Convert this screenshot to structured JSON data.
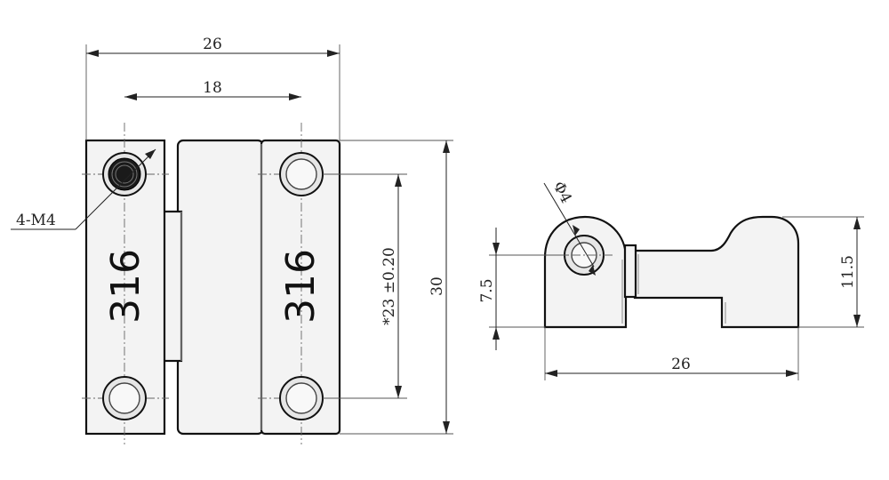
{
  "front_view": {
    "dim_overall_width": "26",
    "dim_hole_spacing_h": "18",
    "dim_overall_height": "30",
    "dim_hole_spacing_v": "*23 ±0.20",
    "thread_callout": "4-M4",
    "stamp_left": "316",
    "stamp_right": "316"
  },
  "side_view": {
    "dim_pin_diameter": "Φ4",
    "dim_pivot_height": "7.5",
    "dim_total_height": "11.5",
    "dim_overall_length": "26"
  }
}
